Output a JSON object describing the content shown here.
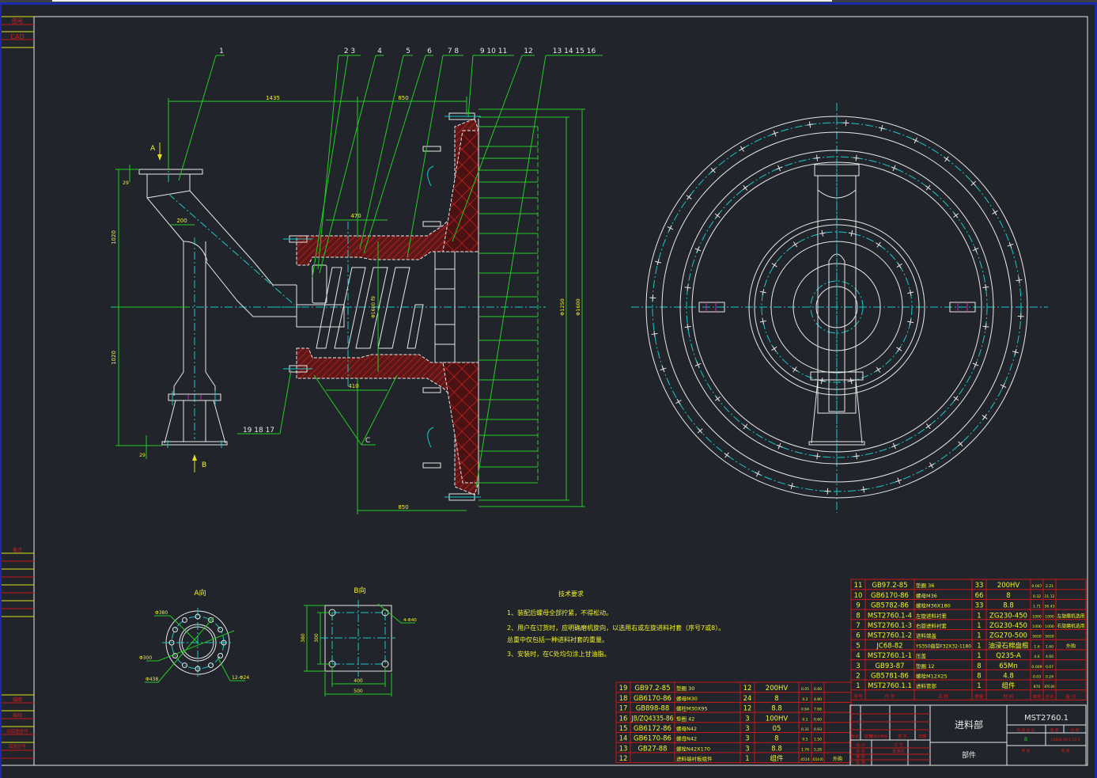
{
  "window": {
    "border_color": "#1a2aa8",
    "background": "#21252b"
  },
  "left_strip": {
    "top_labels": [
      "图号",
      "CAD"
    ],
    "mid_label": "备注",
    "bottom_labels": [
      "描图",
      "描校",
      "旧底图总号",
      "底图总号"
    ]
  },
  "balloons": {
    "b1": "1",
    "b2_3": "2  3",
    "b4": "4",
    "b5": "5",
    "b6": "6",
    "b7_8": "7  8",
    "b9_11": "9  10  11",
    "b12": "12",
    "b13_16": "13  14  15  16",
    "b17_19": "19  18  17",
    "bC": "C"
  },
  "view_markers": {
    "arrow_a": "A",
    "arrow_b": "B",
    "view_a_title": "A向",
    "view_b_title": "B向"
  },
  "dimensions": {
    "d_1435": "1435",
    "d_850_top": "850",
    "d_850_bot": "850",
    "d_470_top": "470",
    "d_410_bot": "410",
    "d_200": "200",
    "d_29_top": "29",
    "d_29_bot": "29",
    "d_1020_left": "1020",
    "d_1020_lower": "1020",
    "d_phi1250": "Φ1250",
    "d_phi1600": "Φ1600",
    "d_phi1600_inner": "Φ1600 f9",
    "va_phi380": "Φ380",
    "va_phi300": "Φ300",
    "va_phi438": "Φ438",
    "va_holes": "12-Φ24",
    "vb_380": "380",
    "vb_300": "300",
    "vb_400": "400",
    "vb_500": "500",
    "vb_holes": "4-Φ40"
  },
  "tech_requirements": {
    "title": "技术要求",
    "items": [
      "1、装配后螺母全部拧紧，不得松动。",
      "2、用户在订货时，应明确磨机旋向，以选用右或左旋进料衬套（序号7或8）。",
      "   总重中仅包括一种进料衬套的重量。",
      "3、安装时，在C处均匀涂上甘油脂。"
    ]
  },
  "bom_upper": {
    "rows": [
      {
        "no": "11",
        "code": "GB97.2-85",
        "name": "垫圈 36",
        "qty": "33",
        "material": "200HV",
        "w1": "0.067",
        "w2": "2.21",
        "note": ""
      },
      {
        "no": "10",
        "code": "GB6170-86",
        "name": "螺母M36",
        "qty": "66",
        "material": "8",
        "w1": "0.32",
        "w2": "21.12",
        "note": ""
      },
      {
        "no": "9",
        "code": "GB5782-86",
        "name": "螺栓M36X180",
        "qty": "33",
        "material": "8.8",
        "w1": "1.71",
        "w2": "56.43",
        "note": ""
      },
      {
        "no": "8",
        "code": "MST2760.1-4",
        "name": "左旋进料衬套",
        "qty": "1",
        "material": "ZG230-450",
        "w1": "1000",
        "w2": "1000",
        "note": "左旋磨机选用"
      },
      {
        "no": "7",
        "code": "MST2760.1-3",
        "name": "右旋进料衬套",
        "qty": "1",
        "material": "ZG230-450",
        "w1": "1000",
        "w2": "1000",
        "note": "右旋磨机选用"
      },
      {
        "no": "6",
        "code": "MST2760.1-2",
        "name": "进料端盖",
        "qty": "1",
        "material": "ZG270-500",
        "w1": "5650",
        "w2": "5650",
        "note": ""
      },
      {
        "no": "5",
        "code": "JC68-82",
        "name": "YS350曲型F32X32-1180",
        "qty": "1",
        "material": "油浸石棉盘根",
        "w1": "1.6",
        "w2": "1.60",
        "note": "外购"
      },
      {
        "no": "4",
        "code": "MST2760.1-1",
        "name": "压盖",
        "qty": "1",
        "material": "Q235-A",
        "w1": "4.6",
        "w2": "4.60",
        "note": ""
      },
      {
        "no": "3",
        "code": "GB93-87",
        "name": "垫圈 12",
        "qty": "8",
        "material": "65Mn",
        "w1": "0.009",
        "w2": "0.07",
        "note": ""
      },
      {
        "no": "2",
        "code": "GB5781-86",
        "name": "螺栓M12X25",
        "qty": "8",
        "material": "4.8",
        "w1": "0.03",
        "w2": "0.24",
        "note": ""
      },
      {
        "no": "1",
        "code": "MST2760.1.1",
        "name": "进料管部",
        "qty": "1",
        "material": "组件",
        "w1": "870",
        "w2": "870.00",
        "note": ""
      }
    ],
    "header": {
      "no": "序号",
      "code": "代  号",
      "name": "名    称",
      "qty": "数量",
      "material": "材    料",
      "w1": "单件",
      "w2": "总计",
      "weight": "重量",
      "note": "备  注"
    }
  },
  "bom_lower": {
    "rows": [
      {
        "no": "19",
        "code": "GB97.2-85",
        "name": "垫圈 30",
        "qty": "12",
        "material": "200HV",
        "w1": "0.05",
        "w2": "0.60",
        "note": ""
      },
      {
        "no": "18",
        "code": "GB6170-86",
        "name": "螺母M30",
        "qty": "24",
        "material": "8",
        "w1": "0.2",
        "w2": "4.80",
        "note": ""
      },
      {
        "no": "17",
        "code": "GB898-88",
        "name": "螺柱M30X95",
        "qty": "12",
        "material": "8.8",
        "w1": "0.64",
        "w2": "7.68",
        "note": ""
      },
      {
        "no": "16",
        "code": "JB/ZQ4335-86",
        "name": "垫圈 42",
        "qty": "3",
        "material": "100HV",
        "w1": "0.2",
        "w2": "0.60",
        "note": ""
      },
      {
        "no": "15",
        "code": "GB6172-86",
        "name": "螺母N42",
        "qty": "3",
        "material": "05",
        "w1": "0.31",
        "w2": "0.93",
        "note": ""
      },
      {
        "no": "14",
        "code": "GB6170-86",
        "name": "螺母N42",
        "qty": "3",
        "material": "8",
        "w1": "0.5",
        "w2": "1.50",
        "note": ""
      },
      {
        "no": "13",
        "code": "GB27-88",
        "name": "螺栓N42X170",
        "qty": "3",
        "material": "8.8",
        "w1": "1.76",
        "w2": "5.28",
        "note": ""
      },
      {
        "no": "12",
        "code": "",
        "name": "进料端衬板组件",
        "qty": "1",
        "material": "组件",
        "w1": "4514",
        "w2": "4514.00",
        "note": "外购"
      }
    ]
  },
  "title_block": {
    "drawing_name": "进料部",
    "drawing_number": "MST2760.1",
    "subtitle": "部件",
    "stage_mark": "B",
    "left_labels": [
      "标记",
      "处数",
      "更改文件号",
      "签  字",
      "日期",
      "设 计",
      "校 对",
      "审 核",
      "工 艺",
      "标准化",
      "批 准"
    ],
    "right_labels": [
      "阶 段 标 记",
      "重 量",
      "比 例",
      "共  张",
      "第  张"
    ],
    "weight_scale": "11658.06  1:12.5"
  }
}
